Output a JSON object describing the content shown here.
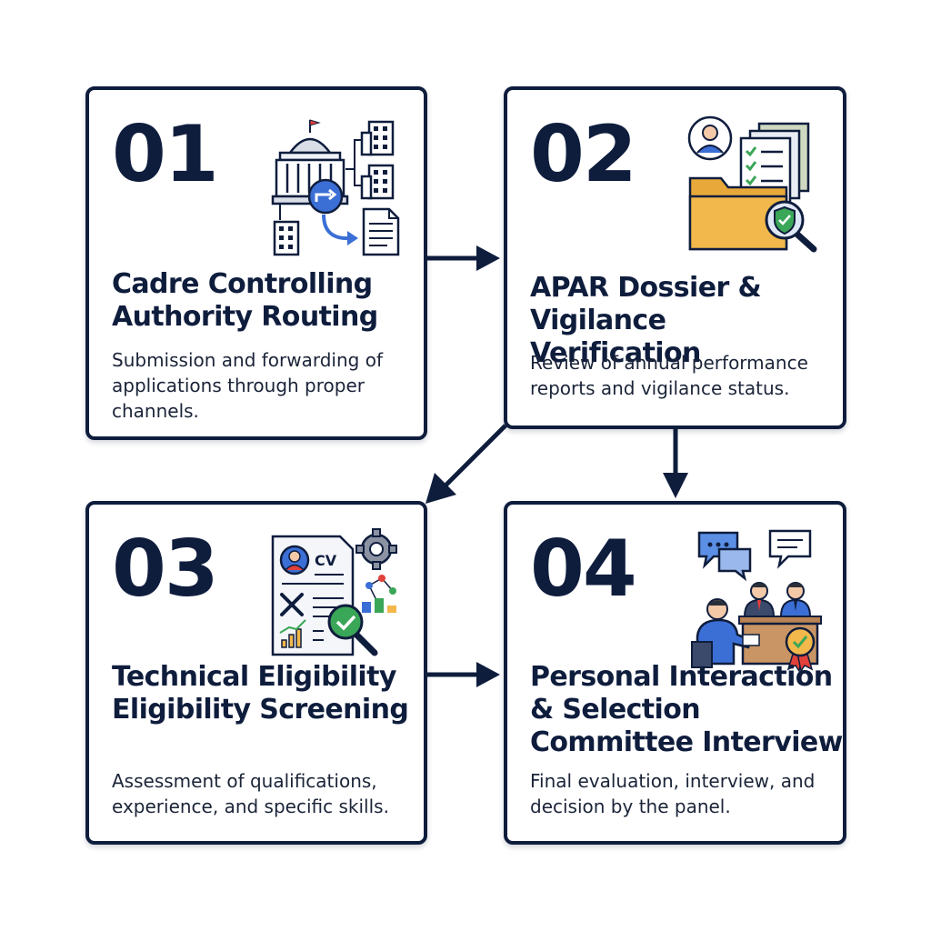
{
  "steps": [
    {
      "number": "01",
      "title": "Cadre Controlling Authority Routing",
      "description": "Submission and forwarding of applications through proper channels.",
      "icon": "government-routing-icon"
    },
    {
      "number": "02",
      "title": "APAR Dossier & Vigilance Verification",
      "description": "Review of annual performance reports and vigilance status.",
      "icon": "dossier-verification-icon"
    },
    {
      "number": "03",
      "title": "Technical Eligibility  Eligibility Screening",
      "description": "Assessment of qualifications, experience, and specific skills.",
      "icon": "cv-screening-icon",
      "cv_label": "CV"
    },
    {
      "number": "04",
      "title": "Personal Interaction & Selection Committee Interview",
      "description": "Final evaluation, interview, and decision by the panel.",
      "icon": "interview-panel-icon"
    }
  ],
  "flow": [
    {
      "from": "01",
      "to": "02"
    },
    {
      "from": "02",
      "to": "03"
    },
    {
      "from": "02",
      "to": "04"
    },
    {
      "from": "03",
      "to": "04"
    }
  ],
  "colors": {
    "navy": "#0f1d3d",
    "accent_blue": "#3b6fd6",
    "folder_yellow": "#f2b84b",
    "check_green": "#3aa657",
    "skin": "#f3c9a8",
    "red_flag": "#e2403a"
  }
}
